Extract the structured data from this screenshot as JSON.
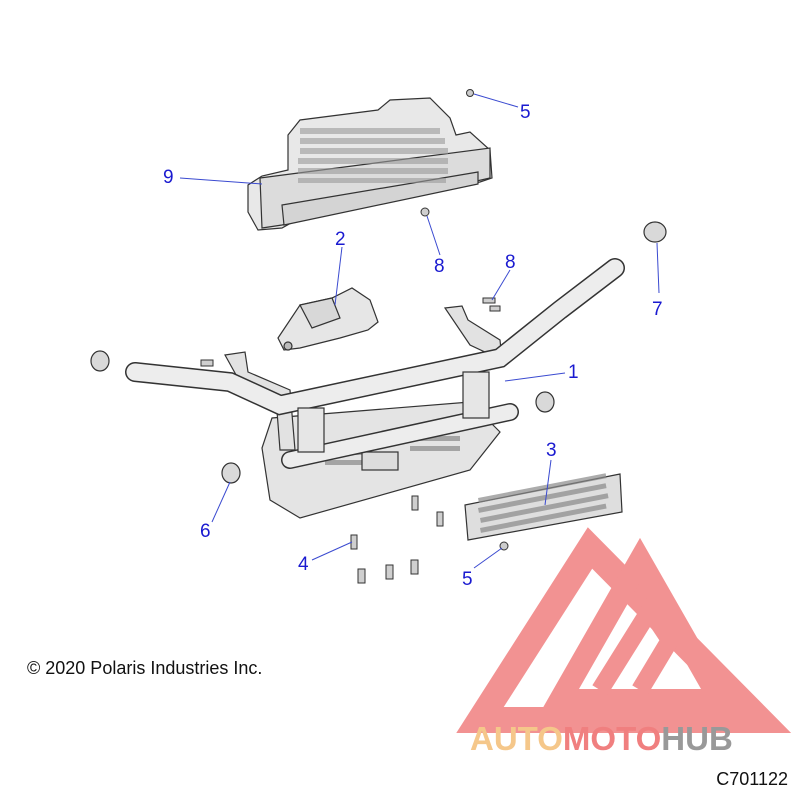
{
  "callouts": [
    "1",
    "2",
    "3",
    "4",
    "5",
    "5",
    "6",
    "7",
    "8",
    "8",
    "9"
  ],
  "copyright": "© 2020 Polaris Industries Inc.",
  "diagram_id": "C701122",
  "watermark": {
    "part1": "AUTO",
    "part2": "MOTO",
    "part3": "HUB",
    "colors": {
      "auto": "#f5c78a",
      "moto": "#f07f7f",
      "hub": "#999999",
      "triangle": "#f07f7f"
    }
  },
  "colors": {
    "callout": "#1a1ad0",
    "line": "#3a4ad0",
    "part_stroke": "#333333",
    "part_fill": "#e8e8e8"
  }
}
